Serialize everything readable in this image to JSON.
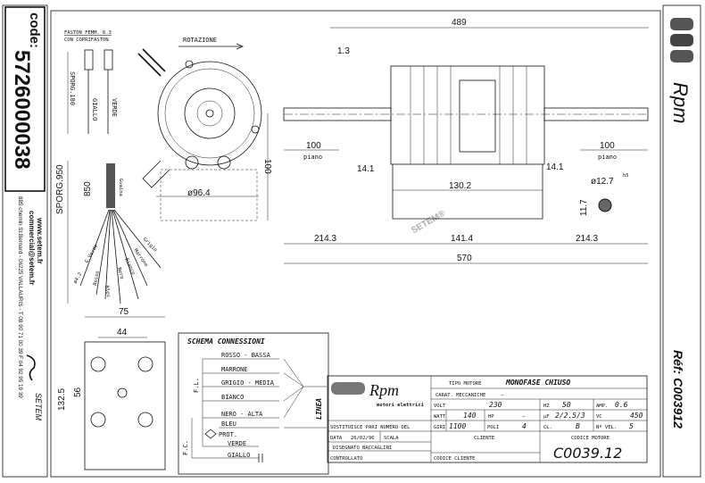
{
  "left_panel": {
    "code_label": "code:",
    "code_value": "5726000038",
    "website": "www.setem.fr",
    "email": "commercial@setem.fr",
    "address": "885 chemin St.Bernard  -  06225 VALLAURIS  -  T 08 90 71 00 39  F 04 92 95 19 39",
    "brand": "SETEM"
  },
  "right_panel": {
    "brand": "Rpm",
    "ref": "Réf: C003912"
  },
  "wiring": {
    "faston": "FASTON FEMM. 6.3",
    "coprifaston": "CON COPRIFASTON",
    "sporg_180": "SPORG.180",
    "sporg_950": "SPORG.950",
    "len_850": "850",
    "giallo": "GIALLO",
    "verde": "VERDE",
    "guaina": "Guaina",
    "diam_42": "ø4.2",
    "wires": [
      "G.Verde",
      "Rosso",
      "Bleu",
      "Nero",
      "Bianco",
      "Marrone",
      "Grigio"
    ]
  },
  "front_view": {
    "rotation": "ROTAZIONE",
    "dim_100": "100",
    "dim_diam": "ø96.4"
  },
  "side_view": {
    "dim_489": "489",
    "dim_13": "1.3",
    "dim_100_left": "100",
    "dim_100_right": "100",
    "piano": "piano",
    "dim_141_left": "14.1",
    "dim_141_right": "14.1",
    "dim_1302": "130.2",
    "shaft_diam": "ø12.7",
    "shaft_tol": "h5",
    "dim_117": "11.7",
    "dim_2143_left": "214.3",
    "dim_1414": "141.4",
    "dim_2143_right": "214.3",
    "dim_570": "570",
    "watermark": "SETEM®"
  },
  "bracket": {
    "dim_75": "75",
    "dim_44": "44",
    "dim_56": "56",
    "dim_1325": "132.5"
  },
  "schema": {
    "title": "SCHEMA CONNESSIONI",
    "lines": [
      "ROSSO - BASSA",
      "MARRONE",
      "GRIGIO - MEDIA",
      "BIANCO",
      "NERO - ALTA",
      "BLEU",
      "PROT.",
      "VERDE",
      "GIALLO"
    ],
    "fl": "F.L.",
    "fc": "F.C.",
    "linea": "LINEA"
  },
  "title_block": {
    "logo": "Rpm",
    "logo_sub": "motori elettrici",
    "tipo_motore_label": "TIPO MOTORE",
    "tipo_motore": "MONOFASE CHIUSO",
    "carat_label": "CARAT. MECCANICHE",
    "carat_value": "—",
    "volt_label": "VOLT",
    "volt": "230",
    "hz_label": "HZ",
    "hz": "50",
    "amp_label": "AMP.",
    "amp": "0.6",
    "watt_label": "WATT",
    "watt": "140",
    "hp_label": "HP",
    "hp": "—",
    "uf_label": "µF",
    "uf": "2/2.5/3",
    "vc_label": "VC",
    "vc": "450",
    "giri_label": "GIRI",
    "giri": "1100",
    "poli_label": "POLI",
    "poli": "4",
    "cl_label": "CL.",
    "cl": "B",
    "nvel_label": "Nº VEL.",
    "nvel": "5",
    "sostituisce": "SOSTITUISCE PARI NUMERO DEL",
    "data_label": "DATA",
    "data": "26/02/96",
    "scala_label": "SCALA",
    "disegnato": "DISEGNATO BACCAGLINI",
    "controllato": "CONTROLLATO",
    "cliente_label": "CLIENTE",
    "codice_cliente_label": "CODICE CLIENTE",
    "codice_motore_label": "CODICE MOTORE",
    "codice_motore": "C0039.12"
  }
}
